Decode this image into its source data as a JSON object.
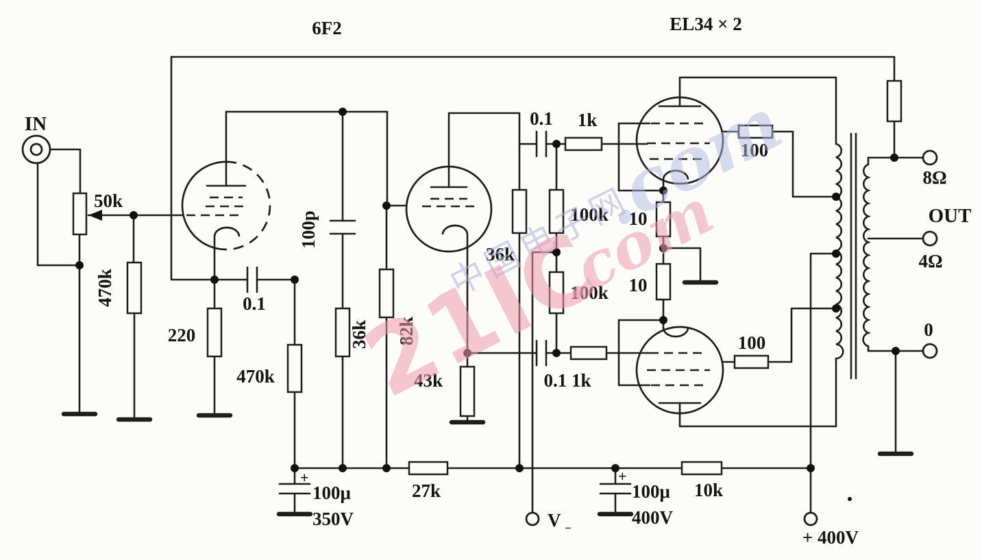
{
  "schematic": {
    "stage_labels": {
      "preamp_tube": "6F2",
      "power_tubes": "EL34 × 2"
    },
    "input": {
      "jack": "IN",
      "volume_pot": "50k",
      "grid_resistor": "470k"
    },
    "first_stage": {
      "cathode_resistor": "220",
      "coupling_cap": "0.1",
      "grid_resistor2": "470k",
      "comp_cap": "100p",
      "comp_resistor": "36k",
      "plate_resistor": "82k"
    },
    "second_stage": {
      "plate_resistor": "36k",
      "cathode_resistor": "43k"
    },
    "phase_coupling": {
      "upper_cap": "0.1",
      "upper_grid_stop": "1k",
      "lower_cap_and_stop": "0.1 1k",
      "upper_grid_leak": "100k",
      "lower_grid_leak": "100k"
    },
    "power_stage": {
      "upper_cathode_resistor": "10",
      "lower_cathode_resistor": "10",
      "upper_screen_resistor": "100",
      "lower_screen_resistor": "100"
    },
    "output": {
      "tap_8": "8Ω",
      "label": "OUT",
      "tap_4": "4Ω",
      "tap_0": "0"
    },
    "power_supply": {
      "decoupling_resistor": "27k",
      "filter_cap1": "100μ",
      "filter_cap1_voltage": "350V",
      "bias_terminal": "V",
      "bias_subscript": "−",
      "filter_cap2": "100μ",
      "filter_cap2_voltage": "400V",
      "dropper_resistor": "10k",
      "b_plus": "+ 400V",
      "plus_sign": "+"
    },
    "watermark": {
      "site": "21IC",
      "domain": ".com",
      "site_cn": "中国电子网"
    }
  }
}
